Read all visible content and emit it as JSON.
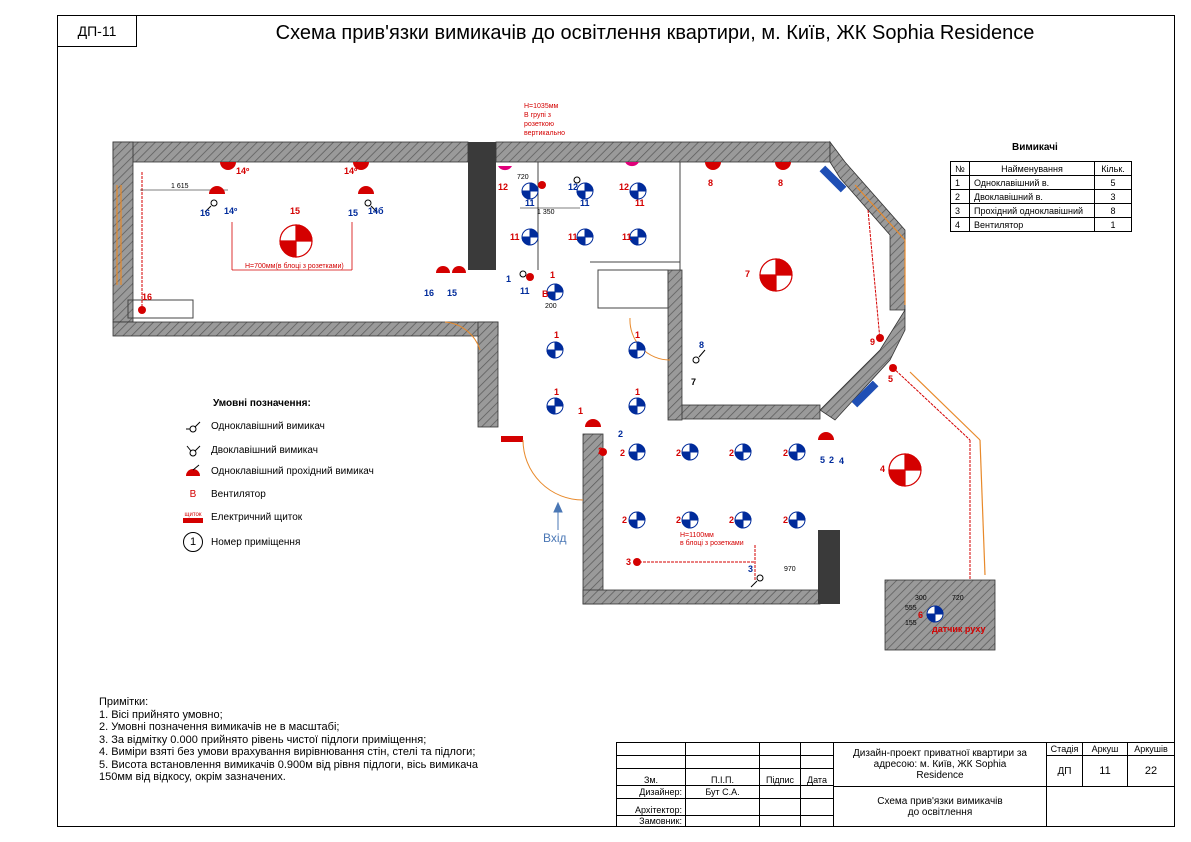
{
  "sheet_code": "ДП-11",
  "title": "Схема прив'язки вимикачів до освітлення квартири, м. Київ, ЖК Sophia Residence",
  "switches_table": {
    "title": "Вимикачі",
    "headers": [
      "№",
      "Найменування",
      "Кільк."
    ],
    "rows": [
      [
        "1",
        "Одноклавішний в.",
        "5"
      ],
      [
        "2",
        "Двоклавішний в.",
        "3"
      ],
      [
        "3",
        "Прохідний одноклавішний",
        "8"
      ],
      [
        "4",
        "Вентилятор",
        "1"
      ]
    ]
  },
  "legend": {
    "title": "Умовні позначення:",
    "items": [
      {
        "icon": "single-switch-icon",
        "label": "Одноклавішний вимикач"
      },
      {
        "icon": "double-switch-icon",
        "label": "Двоклавішний вимикач"
      },
      {
        "icon": "pass-switch-icon",
        "label": "Одноклавішний прохідний вимикач"
      },
      {
        "icon": "fan-icon",
        "label": "Вентилятор",
        "symbol": "B"
      },
      {
        "icon": "panel-icon",
        "label": "Електричний щиток",
        "symbol": "щиток"
      },
      {
        "icon": "room-number-icon",
        "label": "Номер приміщення",
        "symbol": "1"
      }
    ]
  },
  "plan_annotations": {
    "h1035": [
      "H=1035мм",
      "В групі з",
      "розеткою",
      "вертикально"
    ],
    "h700": "H=700мм(в блоці з розетками)",
    "h1100": [
      "H=1100мм",
      "в блоці з розетками"
    ],
    "dim_1615": "1 615",
    "dim_1350": "1 350",
    "dim_720": "720",
    "dim_200": "200",
    "dim_970": "970",
    "dim_300": "300",
    "dim_720b": "720",
    "dim_555": "555",
    "dim_155": "155",
    "entry": "Вхід",
    "motion_sensor": "датчик руху",
    "fan_label": "B"
  },
  "notes": {
    "heading": "Примітки:",
    "lines": [
      "1. Вісі прийнято умовно;",
      "2. Умовні позначення вимикачів не в масштабі;",
      "3. За відмітку 0.000 прийнято рівень чистої підлоги приміщення;",
      "4. Виміри взяті без умови врахування вирівнювання стін, стелі та підлоги;",
      "5. Висота встановлення вимикачів 0.900м від рівня підлоги, вісь вимикача",
      "150мм від відкосу, окрім зазначених."
    ]
  },
  "title_block": {
    "col_zm": "Зм.",
    "col_pib": "П.І.П.",
    "col_sign": "Підпис",
    "col_date": "Дата",
    "designer_label": "Дизайнер:",
    "designer_name": "Бут С.А.",
    "architect_label": "Архітектор:",
    "client_label": "Замовник:",
    "project": "Дизайн-проект приватної квартири за адресою: м. Київ, ЖК Sophia Residence",
    "sheet_title": "Схема прив'язки вимикачів до освітлення",
    "stage_label": "Стадія",
    "sheet_label": "Аркуш",
    "sheets_label": "Аркушів",
    "stage": "ДП",
    "sheet": "11",
    "sheets": "22"
  },
  "colors": {
    "red": "#d40000",
    "blue": "#002b9b",
    "wall": "#8a8a8a",
    "orange": "#e8892a"
  }
}
